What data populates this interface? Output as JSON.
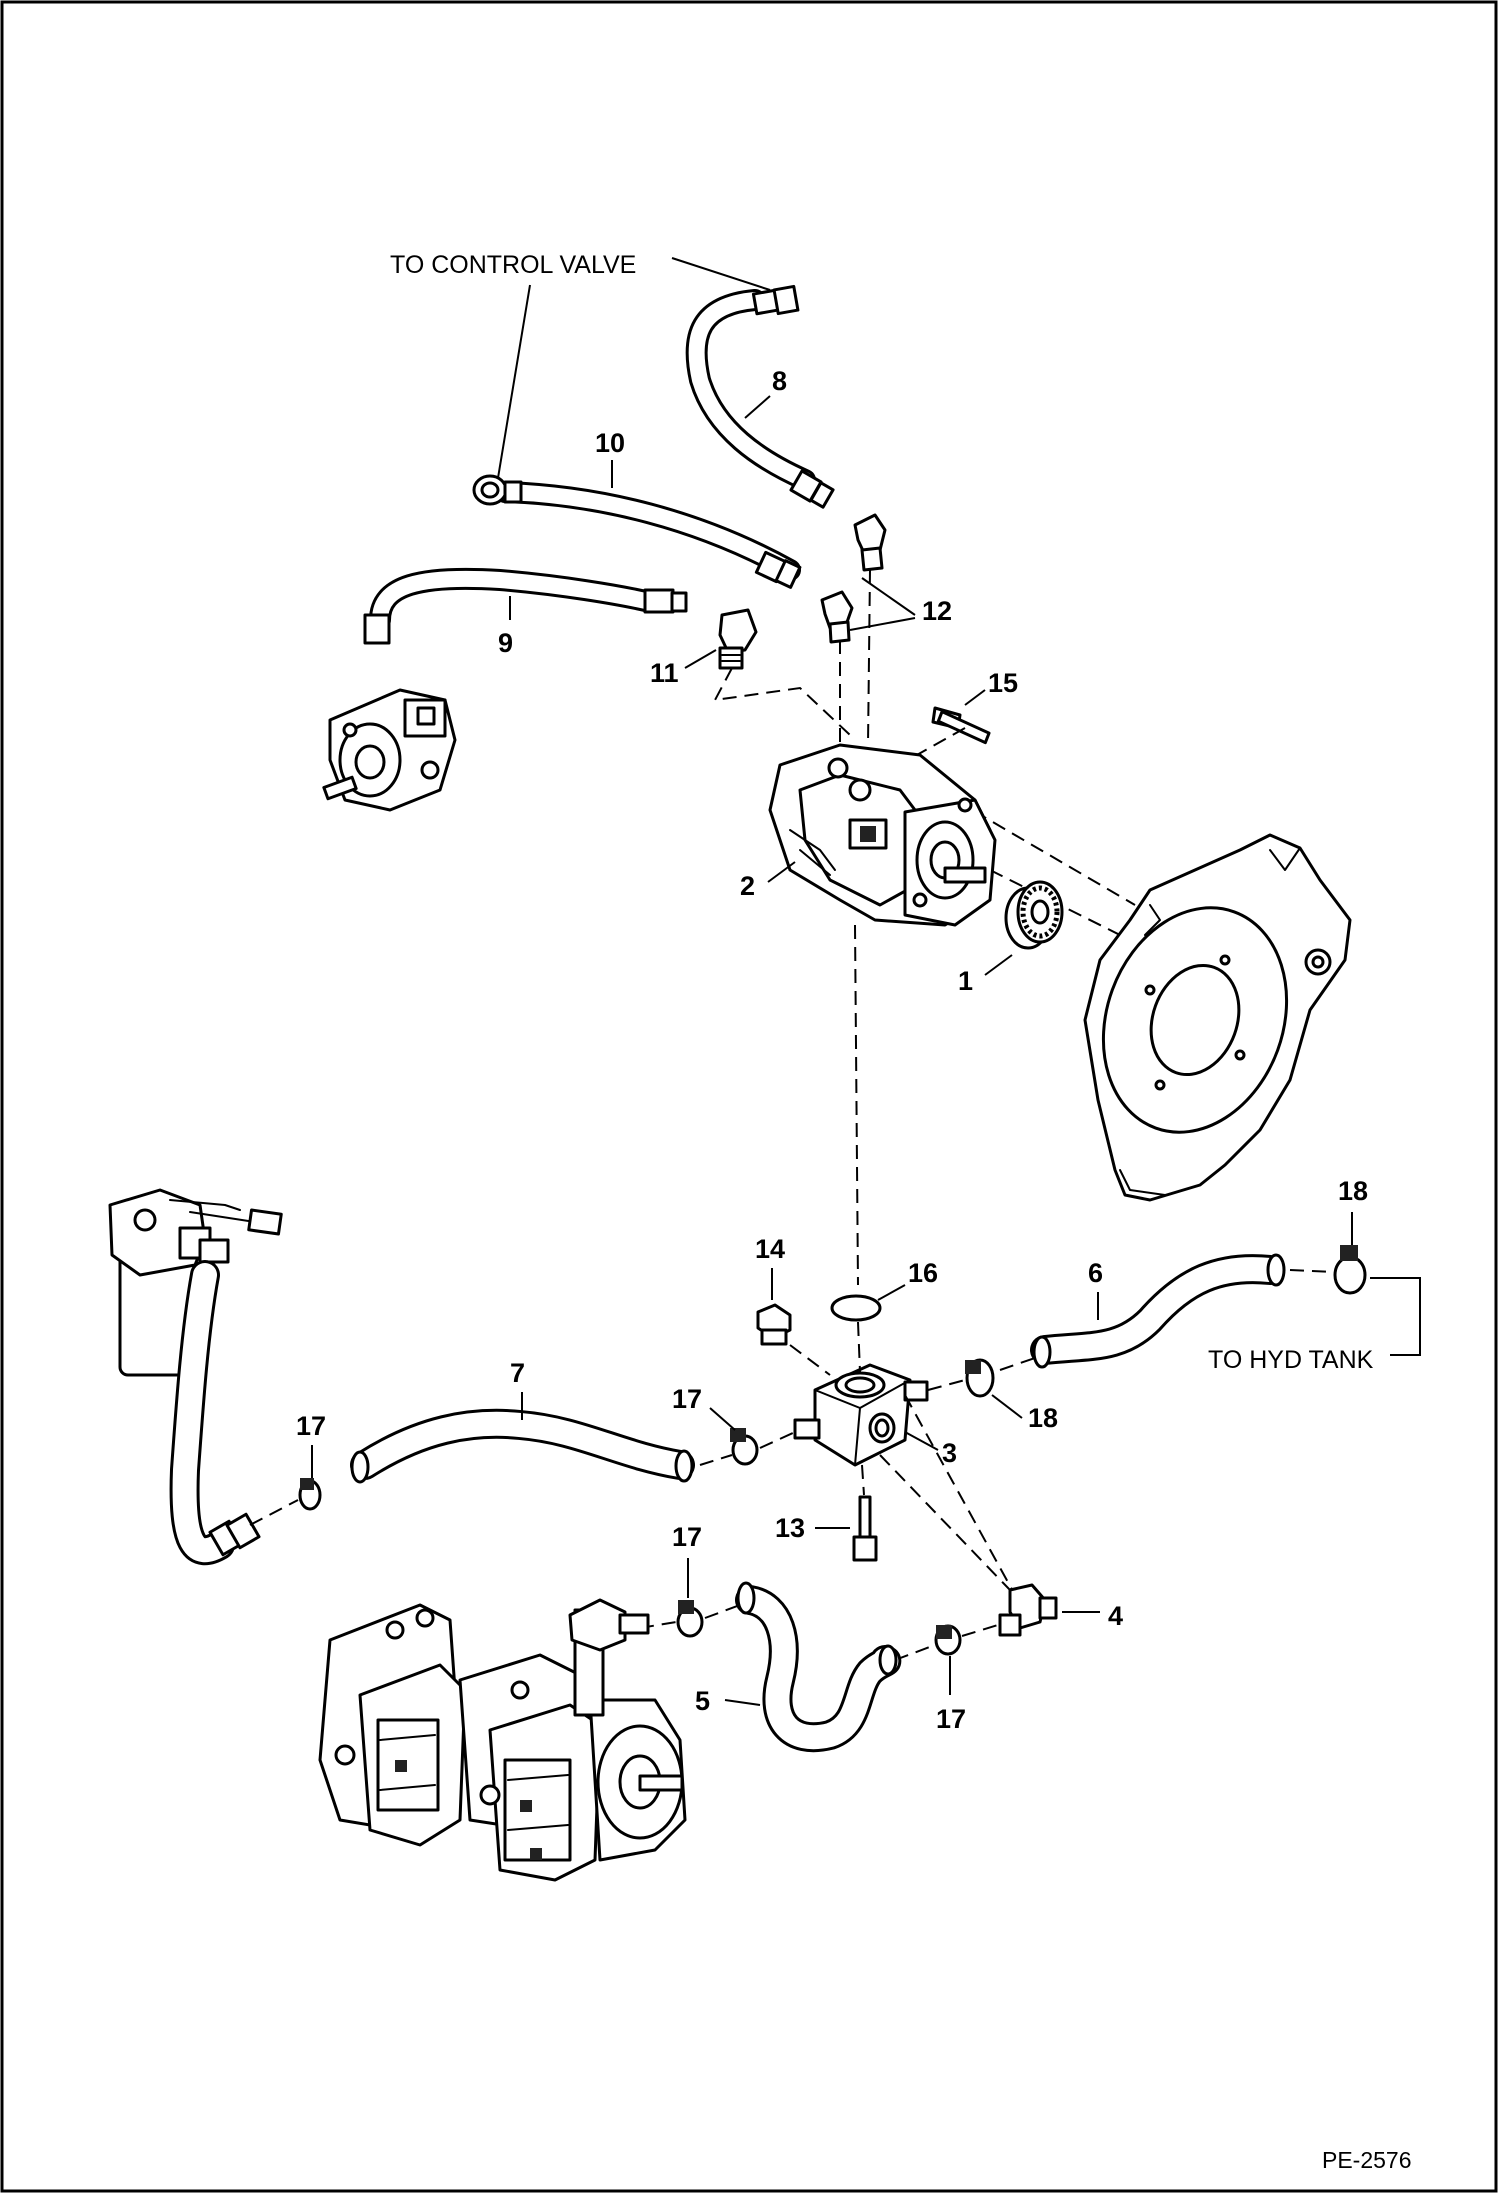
{
  "labels": {
    "to_control_valve": "TO CONTROL VALVE",
    "to_hyd_tank": "TO HYD TANK",
    "drawing_code": "PE-2576"
  },
  "callouts": {
    "c1": "1",
    "c2": "2",
    "c3": "3",
    "c4": "4",
    "c5": "5",
    "c6": "6",
    "c7": "7",
    "c8": "8",
    "c9": "9",
    "c10": "10",
    "c11": "11",
    "c12": "12",
    "c13": "13",
    "c14": "14",
    "c15": "15",
    "c16": "16",
    "c17a": "17",
    "c17b": "17",
    "c17c": "17",
    "c17d": "17",
    "c18a": "18",
    "c18b": "18"
  }
}
